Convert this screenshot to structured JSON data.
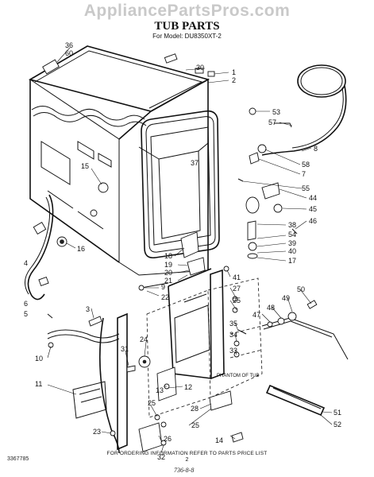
{
  "watermark": "AppliancePartsPros.com",
  "title": "TUB PARTS",
  "model_line": "For Model: DU8350XT-2",
  "footer": {
    "code_left": "3367785",
    "ordering_note": "FOR ORDERING INFORMATION REFER TO PARTS PRICE LIST",
    "page_number": "2",
    "date_mark": "736-8-8"
  },
  "phantom_label": "PHANTOM OF TUB",
  "callouts": [
    {
      "id": "36"
    },
    {
      "id": "60"
    },
    {
      "id": "30"
    },
    {
      "id": "1"
    },
    {
      "id": "2"
    },
    {
      "id": "53"
    },
    {
      "id": "57"
    },
    {
      "id": "8"
    },
    {
      "id": "58"
    },
    {
      "id": "7"
    },
    {
      "id": "55"
    },
    {
      "id": "37"
    },
    {
      "id": "15"
    },
    {
      "id": "44"
    },
    {
      "id": "45"
    },
    {
      "id": "46"
    },
    {
      "id": "38"
    },
    {
      "id": "54"
    },
    {
      "id": "39"
    },
    {
      "id": "40"
    },
    {
      "id": "17"
    },
    {
      "id": "16"
    },
    {
      "id": "4"
    },
    {
      "id": "18"
    },
    {
      "id": "19"
    },
    {
      "id": "20"
    },
    {
      "id": "21"
    },
    {
      "id": "41"
    },
    {
      "id": "27"
    },
    {
      "id": "9"
    },
    {
      "id": "22"
    },
    {
      "id": "6"
    },
    {
      "id": "5"
    },
    {
      "id": "25"
    },
    {
      "id": "50"
    },
    {
      "id": "49"
    },
    {
      "id": "48"
    },
    {
      "id": "47"
    },
    {
      "id": "3"
    },
    {
      "id": "35"
    },
    {
      "id": "34"
    },
    {
      "id": "33"
    },
    {
      "id": "24"
    },
    {
      "id": "31"
    },
    {
      "id": "10"
    },
    {
      "id": "11"
    },
    {
      "id": "13"
    },
    {
      "id": "12"
    },
    {
      "id": "28"
    },
    {
      "id": "51"
    },
    {
      "id": "52"
    },
    {
      "id": "25"
    },
    {
      "id": "23"
    },
    {
      "id": "26"
    },
    {
      "id": "14"
    },
    {
      "id": "25"
    },
    {
      "id": "32"
    }
  ]
}
